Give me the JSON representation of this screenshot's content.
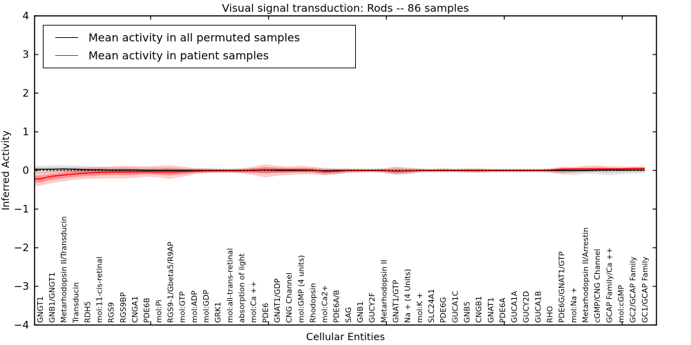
{
  "title": "Visual signal transduction: Rods -- 86 samples",
  "legend": {
    "items": [
      {
        "label": "Mean activity in all permuted samples",
        "color": "#000000"
      },
      {
        "label": "Mean activity in patient samples",
        "color": "#ff0000"
      }
    ],
    "position": "upper left"
  },
  "chart_data": {
    "type": "line",
    "title": "Visual signal transduction: Rods -- 86 samples",
    "xlabel": "Cellular Entities",
    "ylabel": "Inferred Activity",
    "ylim": [
      -4,
      4
    ],
    "yticks": [
      4,
      3,
      2,
      1,
      0,
      -1,
      -2,
      -3,
      -4
    ],
    "grid": false,
    "zero_line_style": "black dotted",
    "legend_position": "upper left",
    "categories": [
      "GNGT1",
      "GNB1/GNGT1",
      "Metarhodopsin II/Transducin",
      "Transducin",
      "RDH5",
      "mol:11-cis-retinal",
      "RGS9",
      "RGS9BP",
      "CNGA1",
      "PDE6B",
      "mol:Pi",
      "RGS9-1/Gbeta5/R9AP",
      "mol:GTP",
      "mol:ADP",
      "mol:GDP",
      "GRK1",
      "mol:all-trans-retinal",
      "absorption of light",
      "mol:Ca ++",
      "PDE6",
      "GNAT1/GDP",
      "CNG Channel",
      "mol:GMP (4 units)",
      "Rhodopsin",
      "mol:Ca2+",
      "PDE6A/B",
      "SAG",
      "GNB1",
      "GUCY2F",
      "Metarhodopsin II",
      "GNAT1/GTP",
      "Na + (4 Units)",
      "mol:K +",
      "SLC24A1",
      "PDE6G",
      "GUCA1C",
      "GNB5",
      "CNGB1",
      "GNAT1",
      "PDE6A",
      "GUCA1A",
      "GUCY2D",
      "GUCA1B",
      "RHO",
      "PDE6G/GNAT1/GTP",
      "mol:Na +",
      "Metarhodopsin II/Arrestin",
      "cGMP/CNG Channel",
      "GCAP Family/Ca ++",
      "mol:cGMP",
      "GC2/GCAP Family",
      "GC1/GCAP Family"
    ],
    "series": [
      {
        "name": "Mean activity in all permuted samples",
        "color": "#000000",
        "values": [
          0.03,
          0.03,
          0.04,
          0.03,
          0.02,
          0.02,
          0.01,
          0.01,
          0.01,
          0.0,
          0.0,
          0.0,
          0.0,
          0.0,
          0.0,
          0.0,
          0.0,
          0.0,
          0.0,
          0.01,
          0.0,
          0.0,
          0.0,
          0.0,
          -0.01,
          0.0,
          0.0,
          0.0,
          0.0,
          0.0,
          -0.02,
          -0.01,
          0.0,
          0.0,
          0.0,
          0.0,
          0.0,
          0.0,
          0.0,
          0.0,
          0.0,
          0.0,
          0.0,
          0.0,
          0.0,
          0.0,
          0.0,
          0.01,
          0.01,
          0.01,
          0.01,
          0.01
        ],
        "band_hi": [
          0.12,
          0.13,
          0.14,
          0.13,
          0.11,
          0.1,
          0.09,
          0.09,
          0.08,
          0.08,
          0.08,
          0.08,
          0.07,
          0.06,
          0.06,
          0.05,
          0.05,
          0.06,
          0.06,
          0.07,
          0.07,
          0.06,
          0.06,
          0.06,
          0.06,
          0.05,
          0.05,
          0.05,
          0.05,
          0.06,
          0.1,
          0.08,
          0.05,
          0.04,
          0.04,
          0.04,
          0.05,
          0.05,
          0.04,
          0.04,
          0.04,
          0.04,
          0.04,
          0.04,
          0.06,
          0.05,
          0.05,
          0.05,
          0.05,
          0.04,
          0.05,
          0.05
        ],
        "band_lo": [
          -0.07,
          -0.06,
          -0.05,
          -0.06,
          -0.07,
          -0.07,
          -0.08,
          -0.08,
          -0.08,
          -0.08,
          -0.08,
          -0.09,
          -0.08,
          -0.07,
          -0.06,
          -0.06,
          -0.06,
          -0.06,
          -0.07,
          -0.07,
          -0.07,
          -0.07,
          -0.06,
          -0.06,
          -0.12,
          -0.1,
          -0.05,
          -0.05,
          -0.05,
          -0.06,
          -0.12,
          -0.1,
          -0.06,
          -0.05,
          -0.05,
          -0.05,
          -0.06,
          -0.06,
          -0.05,
          -0.05,
          -0.05,
          -0.05,
          -0.05,
          -0.06,
          -0.1,
          -0.12,
          -0.08,
          -0.1,
          -0.12,
          -0.1,
          -0.08,
          -0.08
        ]
      },
      {
        "name": "Mean activity in patient samples",
        "color": "#ff0000",
        "values": [
          -0.22,
          -0.15,
          -0.12,
          -0.09,
          -0.07,
          -0.05,
          -0.04,
          -0.04,
          -0.04,
          -0.03,
          -0.04,
          -0.04,
          -0.03,
          -0.02,
          -0.01,
          -0.01,
          -0.01,
          -0.01,
          0.01,
          0.02,
          0.02,
          0.02,
          0.02,
          0.01,
          -0.03,
          -0.02,
          0.0,
          0.0,
          0.0,
          0.0,
          -0.02,
          -0.01,
          0.0,
          0.0,
          0.0,
          0.0,
          0.0,
          0.0,
          0.0,
          0.0,
          0.0,
          0.0,
          0.0,
          0.01,
          0.03,
          0.04,
          0.04,
          0.04,
          0.04,
          0.04,
          0.05,
          0.05
        ],
        "band_hi": [
          -0.04,
          -0.02,
          0.02,
          0.06,
          0.08,
          0.09,
          0.1,
          0.12,
          0.11,
          0.1,
          0.12,
          0.14,
          0.1,
          0.06,
          0.05,
          0.04,
          0.04,
          0.05,
          0.1,
          0.16,
          0.12,
          0.1,
          0.12,
          0.1,
          0.06,
          0.05,
          0.05,
          0.04,
          0.04,
          0.05,
          0.08,
          0.06,
          0.05,
          0.04,
          0.06,
          0.04,
          0.05,
          0.05,
          0.04,
          0.04,
          0.04,
          0.04,
          0.04,
          0.05,
          0.1,
          0.09,
          0.12,
          0.13,
          0.11,
          0.1,
          0.1,
          0.1
        ],
        "band_lo": [
          -0.4,
          -0.33,
          -0.28,
          -0.24,
          -0.22,
          -0.21,
          -0.2,
          -0.21,
          -0.19,
          -0.16,
          -0.18,
          -0.22,
          -0.16,
          -0.1,
          -0.07,
          -0.06,
          -0.06,
          -0.08,
          -0.12,
          -0.18,
          -0.14,
          -0.12,
          -0.1,
          -0.1,
          -0.12,
          -0.1,
          -0.06,
          -0.05,
          -0.04,
          -0.06,
          -0.1,
          -0.08,
          -0.05,
          -0.04,
          -0.04,
          -0.04,
          -0.05,
          -0.06,
          -0.04,
          -0.04,
          -0.04,
          -0.04,
          -0.04,
          -0.05,
          -0.08,
          -0.05,
          -0.04,
          -0.03,
          -0.02,
          -0.01,
          -0.01,
          0.0
        ]
      }
    ]
  }
}
